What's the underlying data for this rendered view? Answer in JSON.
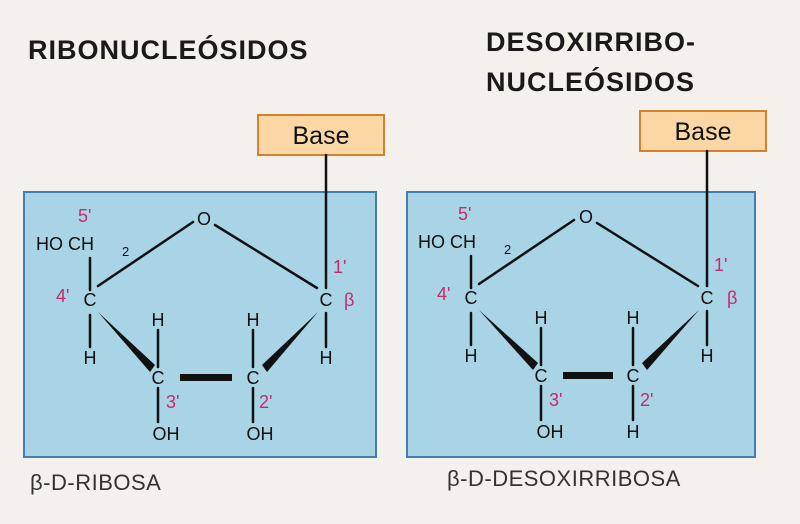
{
  "titles": {
    "ribo": "RIBONUCLEÓSIDOS",
    "desoxi_line1": "DESOXIRRIBO-",
    "desoxi_line2": "NUCLEÓSIDOS"
  },
  "structures": [
    {
      "base_label": "Base",
      "caption": "β-D-RIBOSA",
      "ring_oxygen": "O",
      "ho_ch": "HO CH",
      "sub_2": "2",
      "c": "C",
      "h": "H",
      "c3_down": "OH",
      "c2_down": "OH",
      "pos_5": "5'",
      "pos_4": "4'",
      "pos_3": "3'",
      "pos_2": "2'",
      "pos_1": "1'",
      "beta": "β"
    },
    {
      "base_label": "Base",
      "caption": "β-D-DESOXIRRIBOSA",
      "ring_oxygen": "O",
      "ho_ch": "HO CH",
      "sub_2": "2",
      "c": "C",
      "h": "H",
      "c3_down": "OH",
      "c2_down": "H",
      "pos_5": "5'",
      "pos_4": "4'",
      "pos_3": "3'",
      "pos_2": "2'",
      "pos_1": "1'",
      "beta": "β"
    }
  ],
  "colors": {
    "panel_fill": "#a8d4e6",
    "panel_border": "#3f7fb3",
    "base_fill": "#fbd7a6",
    "base_border": "#d5812a",
    "position_label": "#c42a6c",
    "bond": "#111111"
  }
}
